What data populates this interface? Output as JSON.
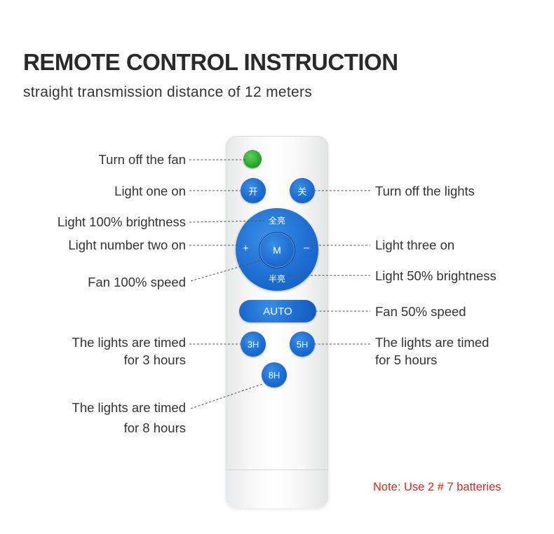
{
  "header": {
    "title": "REMOTE CONTROL INSTRUCTION",
    "subtitle": "straight transmission distance of 12 meters"
  },
  "remote": {
    "buttons": {
      "on_char": "开",
      "off_char": "关",
      "full_bright": "全亮",
      "half_bright": "半亮",
      "plus": "+",
      "minus": "–",
      "mode": "M",
      "auto": "AUTO",
      "timer_3h": "3H",
      "timer_5h": "5H",
      "timer_8h": "8H"
    },
    "colors": {
      "button_blue": "#1c6cd0",
      "power_green": "#2aa52a",
      "body": "#f4f4f4"
    }
  },
  "labels": {
    "fan_off": "Turn off the fan",
    "light_one_on": "Light one on",
    "lights_off": "Turn off the lights",
    "light_full": "Light 100% brightness",
    "light_two_on": "Light number two on",
    "light_three_on": "Light three on",
    "fan_full": "Fan 100% speed",
    "light_half": "Light 50% brightness",
    "fan_half": "Fan 50% speed",
    "timer3_line1": "The lights are timed",
    "timer3_line2": "for 3 hours",
    "timer5_line1": "The lights are timed",
    "timer5_line2": "for 5 hours",
    "timer8_line1": "The lights are timed",
    "timer8_line2": "for 8 hours"
  },
  "note": "Note: Use 2 # 7 batteries"
}
